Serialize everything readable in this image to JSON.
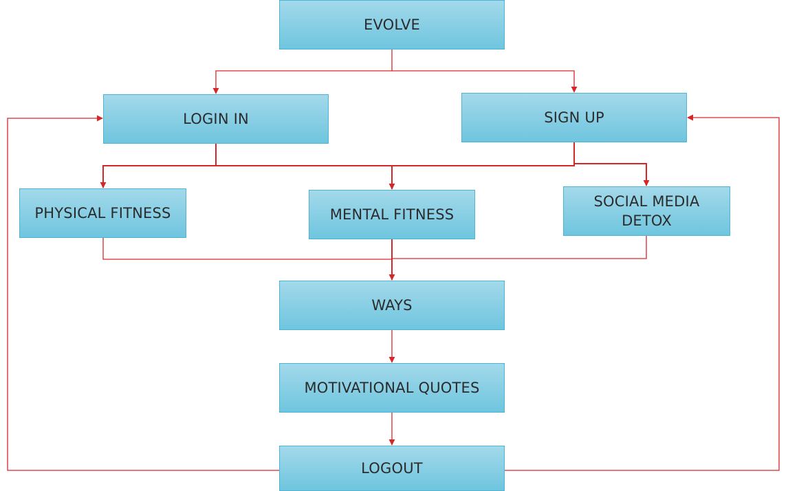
{
  "diagram": {
    "nodes": {
      "evolve": "EVOLVE",
      "login": "LOGIN IN",
      "signup": "SIGN UP",
      "physical": "PHYSICAL FITNESS",
      "mental": "MENTAL FITNESS",
      "social": "SOCIAL MEDIA\nDETOX",
      "ways": "WAYS",
      "quotes": "MOTIVATIONAL QUOTES",
      "logout": "LOGOUT"
    },
    "edges": [
      {
        "from": "EVOLVE",
        "to": "LOGIN IN"
      },
      {
        "from": "EVOLVE",
        "to": "SIGN UP"
      },
      {
        "from": "LOGIN IN",
        "to": "PHYSICAL FITNESS"
      },
      {
        "from": "LOGIN IN",
        "to": "MENTAL FITNESS"
      },
      {
        "from": "LOGIN IN",
        "to": "SOCIAL MEDIA DETOX"
      },
      {
        "from": "SIGN UP",
        "to": "PHYSICAL FITNESS"
      },
      {
        "from": "SIGN UP",
        "to": "MENTAL FITNESS"
      },
      {
        "from": "SIGN UP",
        "to": "SOCIAL MEDIA DETOX"
      },
      {
        "from": "PHYSICAL FITNESS",
        "to": "WAYS"
      },
      {
        "from": "MENTAL FITNESS",
        "to": "WAYS"
      },
      {
        "from": "SOCIAL MEDIA DETOX",
        "to": "WAYS"
      },
      {
        "from": "WAYS",
        "to": "MOTIVATIONAL QUOTES"
      },
      {
        "from": "MOTIVATIONAL QUOTES",
        "to": "LOGOUT"
      },
      {
        "from": "LOGOUT",
        "to": "LOGIN IN"
      },
      {
        "from": "LOGOUT",
        "to": "SIGN UP"
      }
    ],
    "colors": {
      "node_fill_top": "#a3d9ea",
      "node_fill_bottom": "#6fc5df",
      "node_border": "#4fb3d2",
      "connector": "#d62728",
      "text": "#2b2b2b"
    }
  }
}
